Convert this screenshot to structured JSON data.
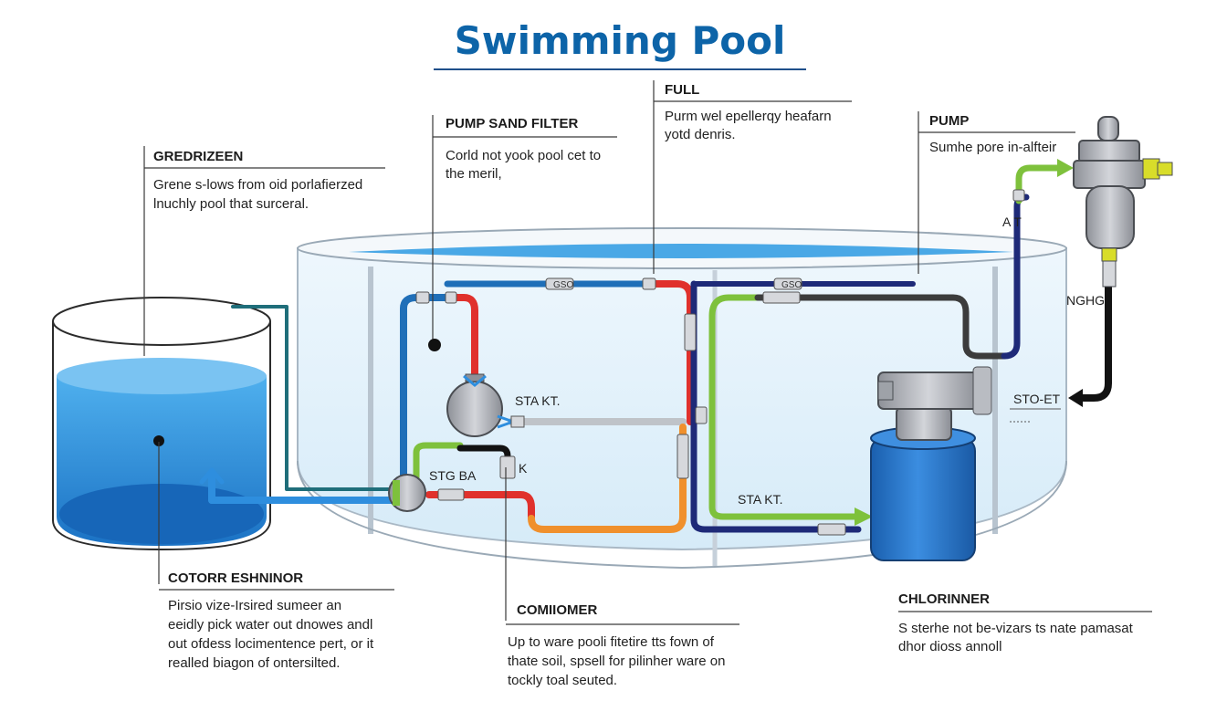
{
  "title": "Swimming Pool",
  "labels": {
    "gredrizeen": {
      "heading": "GREDRIZEEN",
      "lines": [
        "Grene s-lows from oid porlafierzed",
        "lnuchly pool that surceral."
      ]
    },
    "pump_sand_filter": {
      "heading": "PUMP SAND FILTER",
      "lines": [
        "Corld not yook pool cet to",
        "the meril,"
      ]
    },
    "full": {
      "heading": "FULL",
      "lines": [
        "Purm wel epellerqy heafarn",
        "yotd denris."
      ]
    },
    "pump": {
      "heading": "PUMP",
      "lines": [
        "Sumhe pore in-alfteir"
      ]
    },
    "cotorr_eshninor": {
      "heading": "COTORR ESHNINOR",
      "lines": [
        "Pirsio vize-Irsired sumeer an",
        "eeidly pick water out dnowes andl",
        "out ofdess locimentence pert, or it",
        "realled biagon of ontersilted."
      ]
    },
    "comiiomer": {
      "heading": "COMIIOMER",
      "lines": [
        "Up to ware pooli fitetire tts fown of",
        "thate soil, spsell for pilinher ware on",
        "tockly toal seuted."
      ]
    },
    "chlorinner": {
      "heading": "CHLORINNER",
      "lines": [
        "S sterhe not be-vizars ts nate pamasat",
        "dhor dioss annoll"
      ]
    }
  },
  "inline_labels": {
    "sta_kt_1": "STA KT.",
    "stg_ba": "STG BA",
    "k": "K",
    "sta_kt_2": "STA KT.",
    "sto_et": "STO-ET",
    "at": "A T",
    "nghg": "NGHG"
  },
  "pipe_tags": [
    "GSO",
    "GSO"
  ],
  "colors": {
    "title": "#0d64a8",
    "water": "#2e8ede",
    "pipe_blue": "#1f6fb8",
    "pipe_navy": "#1e2a78",
    "pipe_red": "#e0312c",
    "pipe_orange": "#f0902c",
    "pipe_green": "#7ec13c",
    "pipe_black": "#121212",
    "pipe_gray": "#3c3c3c",
    "filter_tank": "#1f6fc4",
    "machinery": "#a9acb2"
  }
}
